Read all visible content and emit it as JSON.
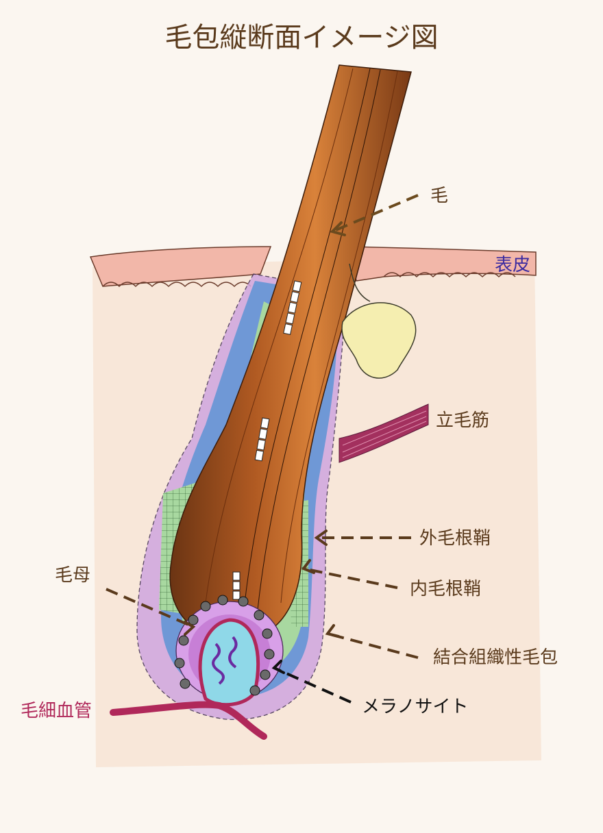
{
  "title": "毛包縦断面イメージ図",
  "labels": {
    "hair": "毛",
    "epidermis": "表皮",
    "arrector_pili": "立毛筋",
    "outer_root_sheath": "外毛根鞘",
    "inner_root_sheath": "内毛根鞘",
    "hair_matrix": "毛母",
    "connective_tissue_sheath": "結合組織性毛包",
    "melanocyte": "メラノサイト",
    "capillary": "毛細血管"
  },
  "colors": {
    "title": "#5a3a1c",
    "label": "#5a3a1c",
    "epidermis_label": "#3a2aa0",
    "capillary_label": "#b0285a",
    "melanocyte_label": "#111111",
    "hair": "#a4521f",
    "epidermis": "#f2b7a9",
    "outer_sheath": "#6f98d6",
    "inner_sheath": "#a8d8a0",
    "connective": "#cfa6e0",
    "papilla": "#d47fd0",
    "sebaceous": "#f5eeb0",
    "muscle": "#a3305e"
  }
}
